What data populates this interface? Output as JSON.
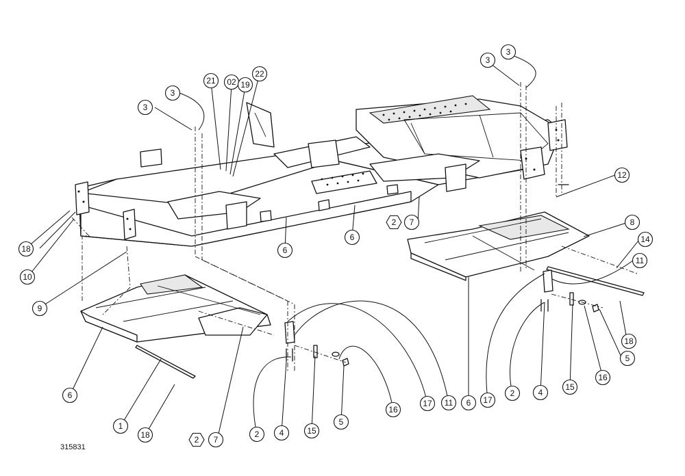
{
  "drawing_number": "315831",
  "callouts": [
    {
      "label": "3",
      "shape": "circle"
    },
    {
      "label": "3",
      "shape": "circle"
    },
    {
      "label": "21",
      "shape": "circle"
    },
    {
      "label": "02",
      "shape": "circle"
    },
    {
      "label": "19",
      "shape": "circle"
    },
    {
      "label": "22",
      "shape": "circle"
    },
    {
      "label": "3",
      "shape": "circle"
    },
    {
      "label": "3",
      "shape": "circle"
    },
    {
      "label": "12",
      "shape": "circle"
    },
    {
      "label": "8",
      "shape": "circle"
    },
    {
      "label": "14",
      "shape": "circle"
    },
    {
      "label": "11",
      "shape": "circle"
    },
    {
      "label": "18",
      "shape": "circle"
    },
    {
      "label": "10",
      "shape": "circle"
    },
    {
      "label": "9",
      "shape": "circle"
    },
    {
      "label": "6",
      "shape": "circle"
    },
    {
      "label": "6",
      "shape": "circle"
    },
    {
      "label": "2",
      "shape": "hex"
    },
    {
      "label": "7",
      "shape": "circle"
    },
    {
      "label": "18",
      "shape": "circle"
    },
    {
      "label": "5",
      "shape": "circle"
    },
    {
      "label": "16",
      "shape": "circle"
    },
    {
      "label": "15",
      "shape": "circle"
    },
    {
      "label": "4",
      "shape": "circle"
    },
    {
      "label": "2",
      "shape": "circle"
    },
    {
      "label": "17",
      "shape": "circle"
    },
    {
      "label": "6",
      "shape": "circle"
    },
    {
      "label": "17",
      "shape": "circle"
    },
    {
      "label": "11",
      "shape": "circle"
    },
    {
      "label": "16",
      "shape": "circle"
    },
    {
      "label": "5",
      "shape": "circle"
    },
    {
      "label": "15",
      "shape": "circle"
    },
    {
      "label": "4",
      "shape": "circle"
    },
    {
      "label": "2",
      "shape": "circle"
    },
    {
      "label": "6",
      "shape": "circle"
    },
    {
      "label": "1",
      "shape": "circle"
    },
    {
      "label": "18",
      "shape": "circle"
    },
    {
      "label": "2",
      "shape": "hex"
    },
    {
      "label": "7",
      "shape": "circle"
    }
  ]
}
